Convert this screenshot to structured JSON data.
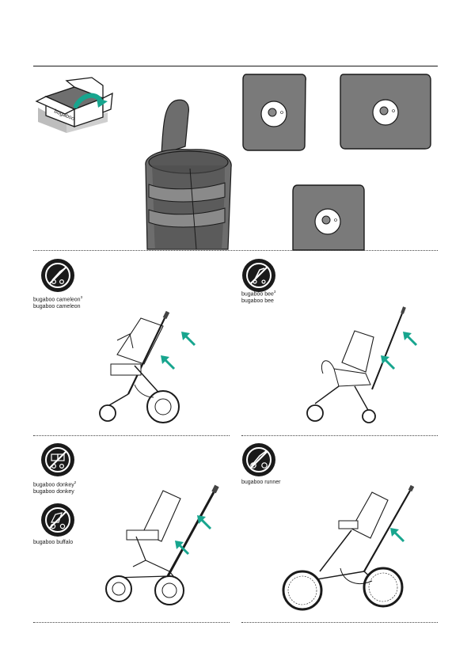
{
  "sections": {
    "cameleon": {
      "line1": "bugaboo cameleon",
      "line1_sup": "3",
      "line2": "bugaboo cameleon"
    },
    "bee": {
      "line1": "bugaboo bee",
      "line1_sup": "3",
      "line2": "bugaboo bee"
    },
    "donkey": {
      "line1": "bugaboo donkey",
      "line1_sup": "2",
      "line2": "bugaboo donkey"
    },
    "buffalo": {
      "line1": "bugaboo buffalo"
    },
    "runner": {
      "line1": "bugaboo runner"
    }
  },
  "box": {
    "brand_text": "bugaboo"
  },
  "colors": {
    "accent": "#17a58e",
    "ink": "#1a1a1a",
    "panel": "#7a7a7a",
    "panel_dark": "#5e5e5e",
    "cup": "#6d6d6d"
  },
  "icons": [
    "box-icon",
    "cup-holder-icon",
    "adapter-plate-icon",
    "no-stroller-icon",
    "arrow-icon"
  ]
}
